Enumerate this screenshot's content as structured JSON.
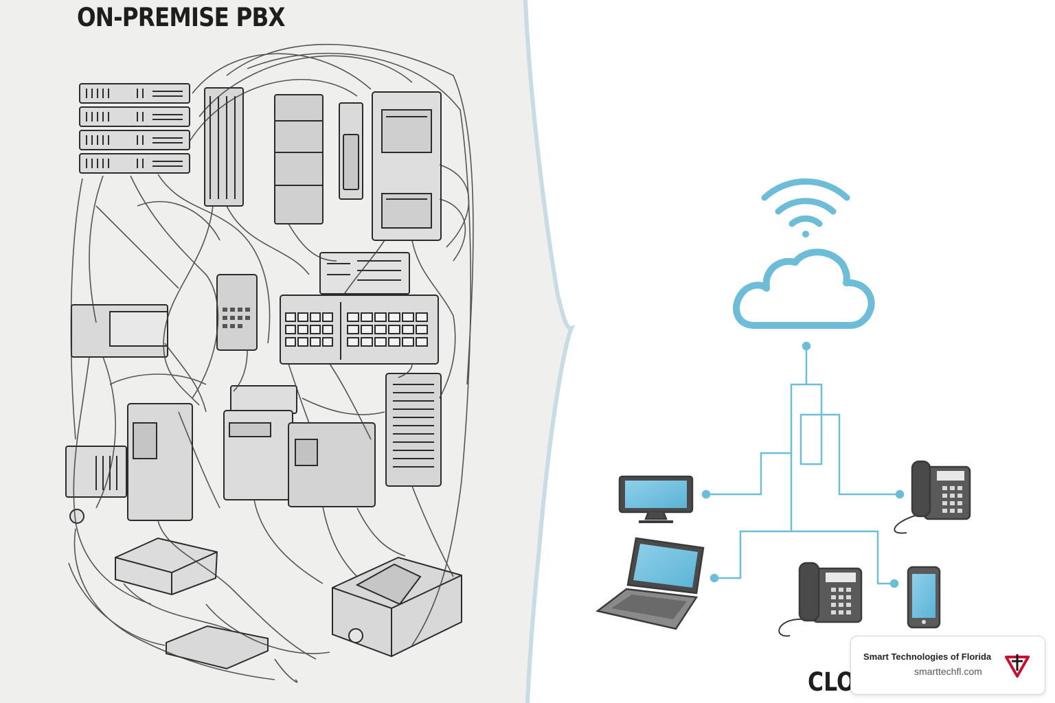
{
  "left_panel": {
    "title": "ON-PREMISE PBX",
    "background": "#efefee"
  },
  "right_panel": {
    "title": "CLOUD SOLUTION",
    "accent": "#6dbdd8",
    "divider": "#c7dce4"
  },
  "brand_card": {
    "name": "Smart Technologies of Florida",
    "url": "smarttechfl.com",
    "logo_icon": "shield-cross-icon",
    "logo_colors": [
      "#c8102e",
      "#1a1a1a"
    ]
  },
  "icons": {
    "wifi": "wifi-icon",
    "cloud": "cloud-icon",
    "desktop": "desktop-monitor-icon",
    "laptop": "laptop-icon",
    "desk_phone": "desk-phone-icon",
    "smartphone": "smartphone-icon"
  }
}
